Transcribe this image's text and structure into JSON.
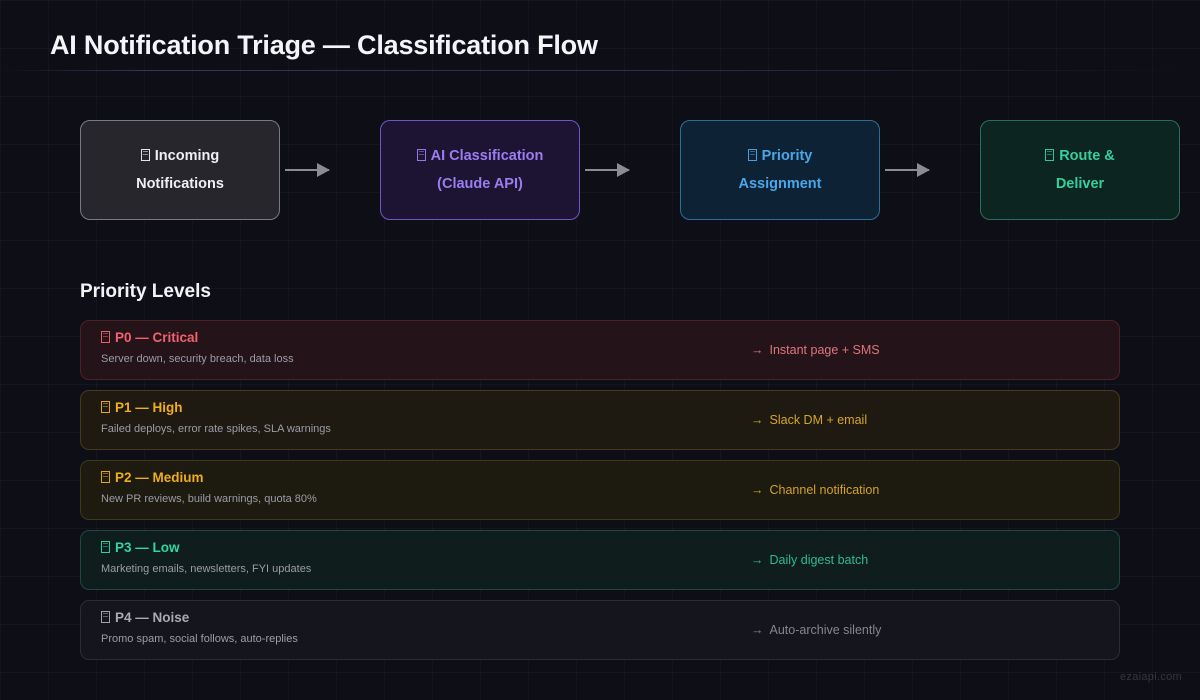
{
  "page": {
    "title": "AI Notification Triage — Classification Flow",
    "background_color": "#0d0e16",
    "watermark": "ezaiapi.com"
  },
  "flow": {
    "arrow_glyph": "→",
    "steps": [
      {
        "id": "incoming-notifications",
        "icon": "missing-glyph-box-icon",
        "line1": "Incoming",
        "line2": "Notifications",
        "text_color": "#eef0f4",
        "border_color": "#7a7a84",
        "fill_color": "#26262c"
      },
      {
        "id": "ai-classification",
        "icon": "missing-glyph-box-icon",
        "line1": "AI Classification",
        "line2": "(Claude API)",
        "text_color": "#9b7df0",
        "border_color": "#6f56c4",
        "fill_color": "#1d1433"
      },
      {
        "id": "priority-assignment",
        "icon": "missing-glyph-box-icon",
        "line1": "Priority",
        "line2": "Assignment",
        "text_color": "#4aa6e8",
        "border_color": "#2c6e96",
        "fill_color": "#0e2236"
      },
      {
        "id": "route-and-deliver",
        "icon": "missing-glyph-box-icon",
        "line1": "Route &",
        "line2": "Deliver",
        "text_color": "#35cf9a",
        "border_color": "#2a6e58",
        "fill_color": "#0c2520"
      }
    ]
  },
  "priority_section": {
    "heading": "Priority Levels",
    "action_arrow": "→",
    "levels": [
      {
        "id": "p0-critical",
        "icon": "missing-glyph-box-icon",
        "title": "P0 — Critical",
        "description": "Server down, security breach, data loss",
        "action": "Instant page + SMS",
        "accent_color": "#f4616e",
        "fill_color": "#241319"
      },
      {
        "id": "p1-high",
        "icon": "missing-glyph-box-icon",
        "title": "P1 — High",
        "description": "Failed deploys, error rate spikes, SLA warnings",
        "action": "Slack DM + email",
        "accent_color": "#f0ae1e",
        "fill_color": "#1e1a11"
      },
      {
        "id": "p2-medium",
        "icon": "missing-glyph-box-icon",
        "title": "P2 — Medium",
        "description": "New PR reviews, build warnings, quota 80%",
        "action": "Channel notification",
        "accent_color": "#eeae1c",
        "fill_color": "#1d1a10"
      },
      {
        "id": "p3-low",
        "icon": "missing-glyph-box-icon",
        "title": "P3 — Low",
        "description": "Marketing emails, newsletters, FYI updates",
        "action": "Daily digest batch",
        "accent_color": "#2ed8a0",
        "fill_color": "#0f1d1c"
      },
      {
        "id": "p4-noise",
        "icon": "missing-glyph-box-icon",
        "title": "P4 — Noise",
        "description": "Promo spam, social follows, auto-replies",
        "action": "Auto-archive silently",
        "accent_color": "#a8aab5",
        "fill_color": "#15161d"
      }
    ]
  }
}
